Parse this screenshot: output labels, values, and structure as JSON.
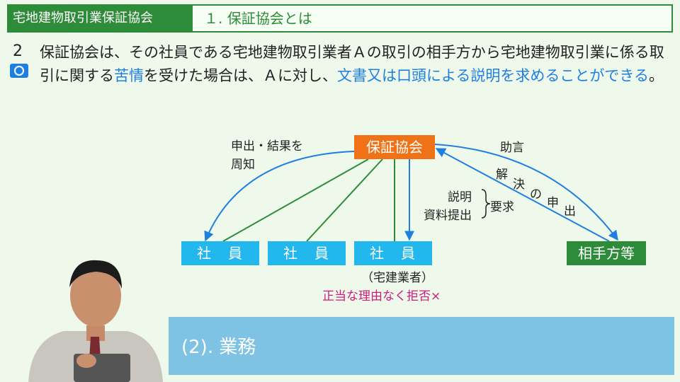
{
  "header": {
    "category": "宅地建物取引業保証協会",
    "title": "１. 保証協会とは"
  },
  "question": {
    "number": "2",
    "answer_mark": "circle-mark",
    "seg1": "保証協会は、その社員である宅地建物取引業者Ａの取引の相手方から宅地建物取引業に係る取引に関する",
    "seg2": "苦情",
    "seg3": "を受けた場合は、Ａに対し、",
    "seg4": "文書又は口頭による説明を求めることができる",
    "seg5": "。"
  },
  "diagram": {
    "association": "保証協会",
    "member1": "社　員",
    "member2": "社　員",
    "member3": "社　員",
    "member3_note": "（宅建業者）",
    "counterparty": "相手方等",
    "notify_line1": "申出・結果を",
    "notify_line2": "周知",
    "advice": "助言",
    "complaint_chars": [
      "解",
      "決",
      "の",
      "申",
      "出"
    ],
    "request_item1": "説明",
    "request_item2": "資料提出",
    "request": "要求",
    "refusal": "正当な理由なく拒否×"
  },
  "banner": {
    "text": "(2). 業務"
  },
  "colors": {
    "green": "#2e8b3a",
    "orange": "#ef7316",
    "cyan": "#22b8ee",
    "blue": "#1f7fe0",
    "magenta": "#d01a79",
    "banner": "#7ec3e4"
  }
}
